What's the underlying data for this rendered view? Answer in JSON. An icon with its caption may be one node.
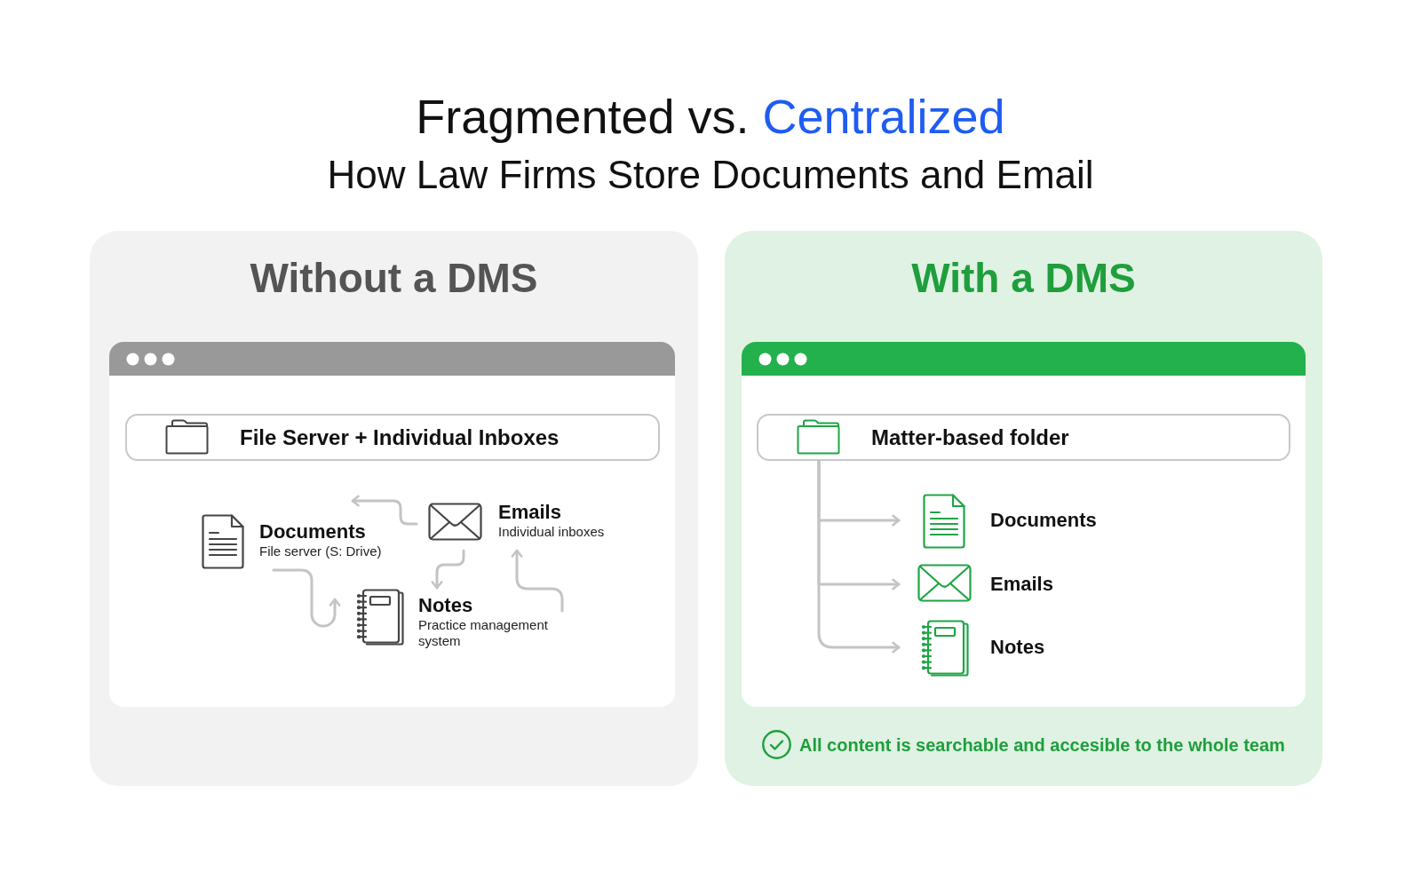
{
  "diagram": {
    "title": "Fragmented vs. Centralized",
    "nodes": [
      {
        "text": [
          "Without a DMS"
        ]
      },
      {
        "text": [],
        "shape": "window",
        "in": 0
      },
      {
        "text": [
          "File Server + Individual Inboxes"
        ],
        "in": 1
      },
      {
        "text": [
          "Documents",
          "File server (S: Drive)"
        ],
        "in": 1
      },
      {
        "text": [
          "Emails",
          "Individual inboxes"
        ],
        "in": 1
      },
      {
        "text": [
          "Notes",
          "Practice management system"
        ],
        "in": 1
      },
      {
        "text": [
          "With a DMS",
          "All content is searchable and accesible to the whole team"
        ]
      },
      {
        "text": [],
        "shape": "window",
        "in": 6
      },
      {
        "text": [
          "Matter-based folder"
        ],
        "in": 7
      },
      {
        "text": [
          "Documents"
        ],
        "in": 7
      },
      {
        "text": [
          "Emails"
        ],
        "in": 7
      },
      {
        "text": [
          "Notes"
        ],
        "in": 7
      }
    ],
    "edges": [
      {
        "from": 4,
        "to": 3,
        "arrow": "to"
      },
      {
        "from": 4,
        "to": 5,
        "arrow": "to"
      },
      {
        "from": 3,
        "to": 5,
        "arrow": "to"
      },
      {
        "from": 5,
        "to": 4,
        "arrow": "to"
      },
      {
        "from": 8,
        "to": 9,
        "arrow": "to"
      },
      {
        "from": 8,
        "to": 10,
        "arrow": "to"
      },
      {
        "from": 8,
        "to": 11,
        "arrow": "to"
      }
    ],
    "labels": [
      "How Law Firms Store Documents and Email"
    ]
  }
}
